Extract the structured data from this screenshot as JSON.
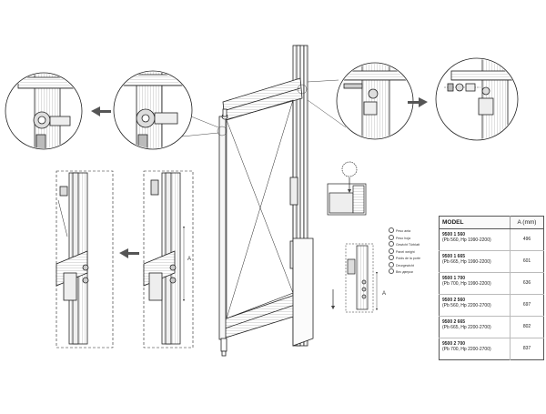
{
  "table": {
    "header_model": "MODEL",
    "header_a": "A (mm)",
    "rows": [
      {
        "code": "9500 1 560",
        "sub": "(Pb 560, Hp 1990-2200)",
        "a": "496"
      },
      {
        "code": "9500 1 665",
        "sub": "(Pb 665, Hp 1990-2200)",
        "a": "601"
      },
      {
        "code": "9500 1 700",
        "sub": "(Pb 700, Hp 1990-2200)",
        "a": "636"
      },
      {
        "code": "9500 2 560",
        "sub": "(Pb 560, Hp 2200-2700)",
        "a": "697"
      },
      {
        "code": "9500 2 665",
        "sub": "(Pb 665, Hp 2200-2700)",
        "a": "802"
      },
      {
        "code": "9500 2 700",
        "sub": "(Pb 700, Hp 2200-2700)",
        "a": "837"
      }
    ]
  },
  "legend": [
    "Peso anta",
    "Peso hoja",
    "Gewicht Türblatt",
    "Panel weight",
    "Poids de la porte",
    "Deurgewicht",
    "Вес дверки"
  ],
  "labels": {
    "dim_a_left": "A",
    "dim_a_right": "A"
  }
}
